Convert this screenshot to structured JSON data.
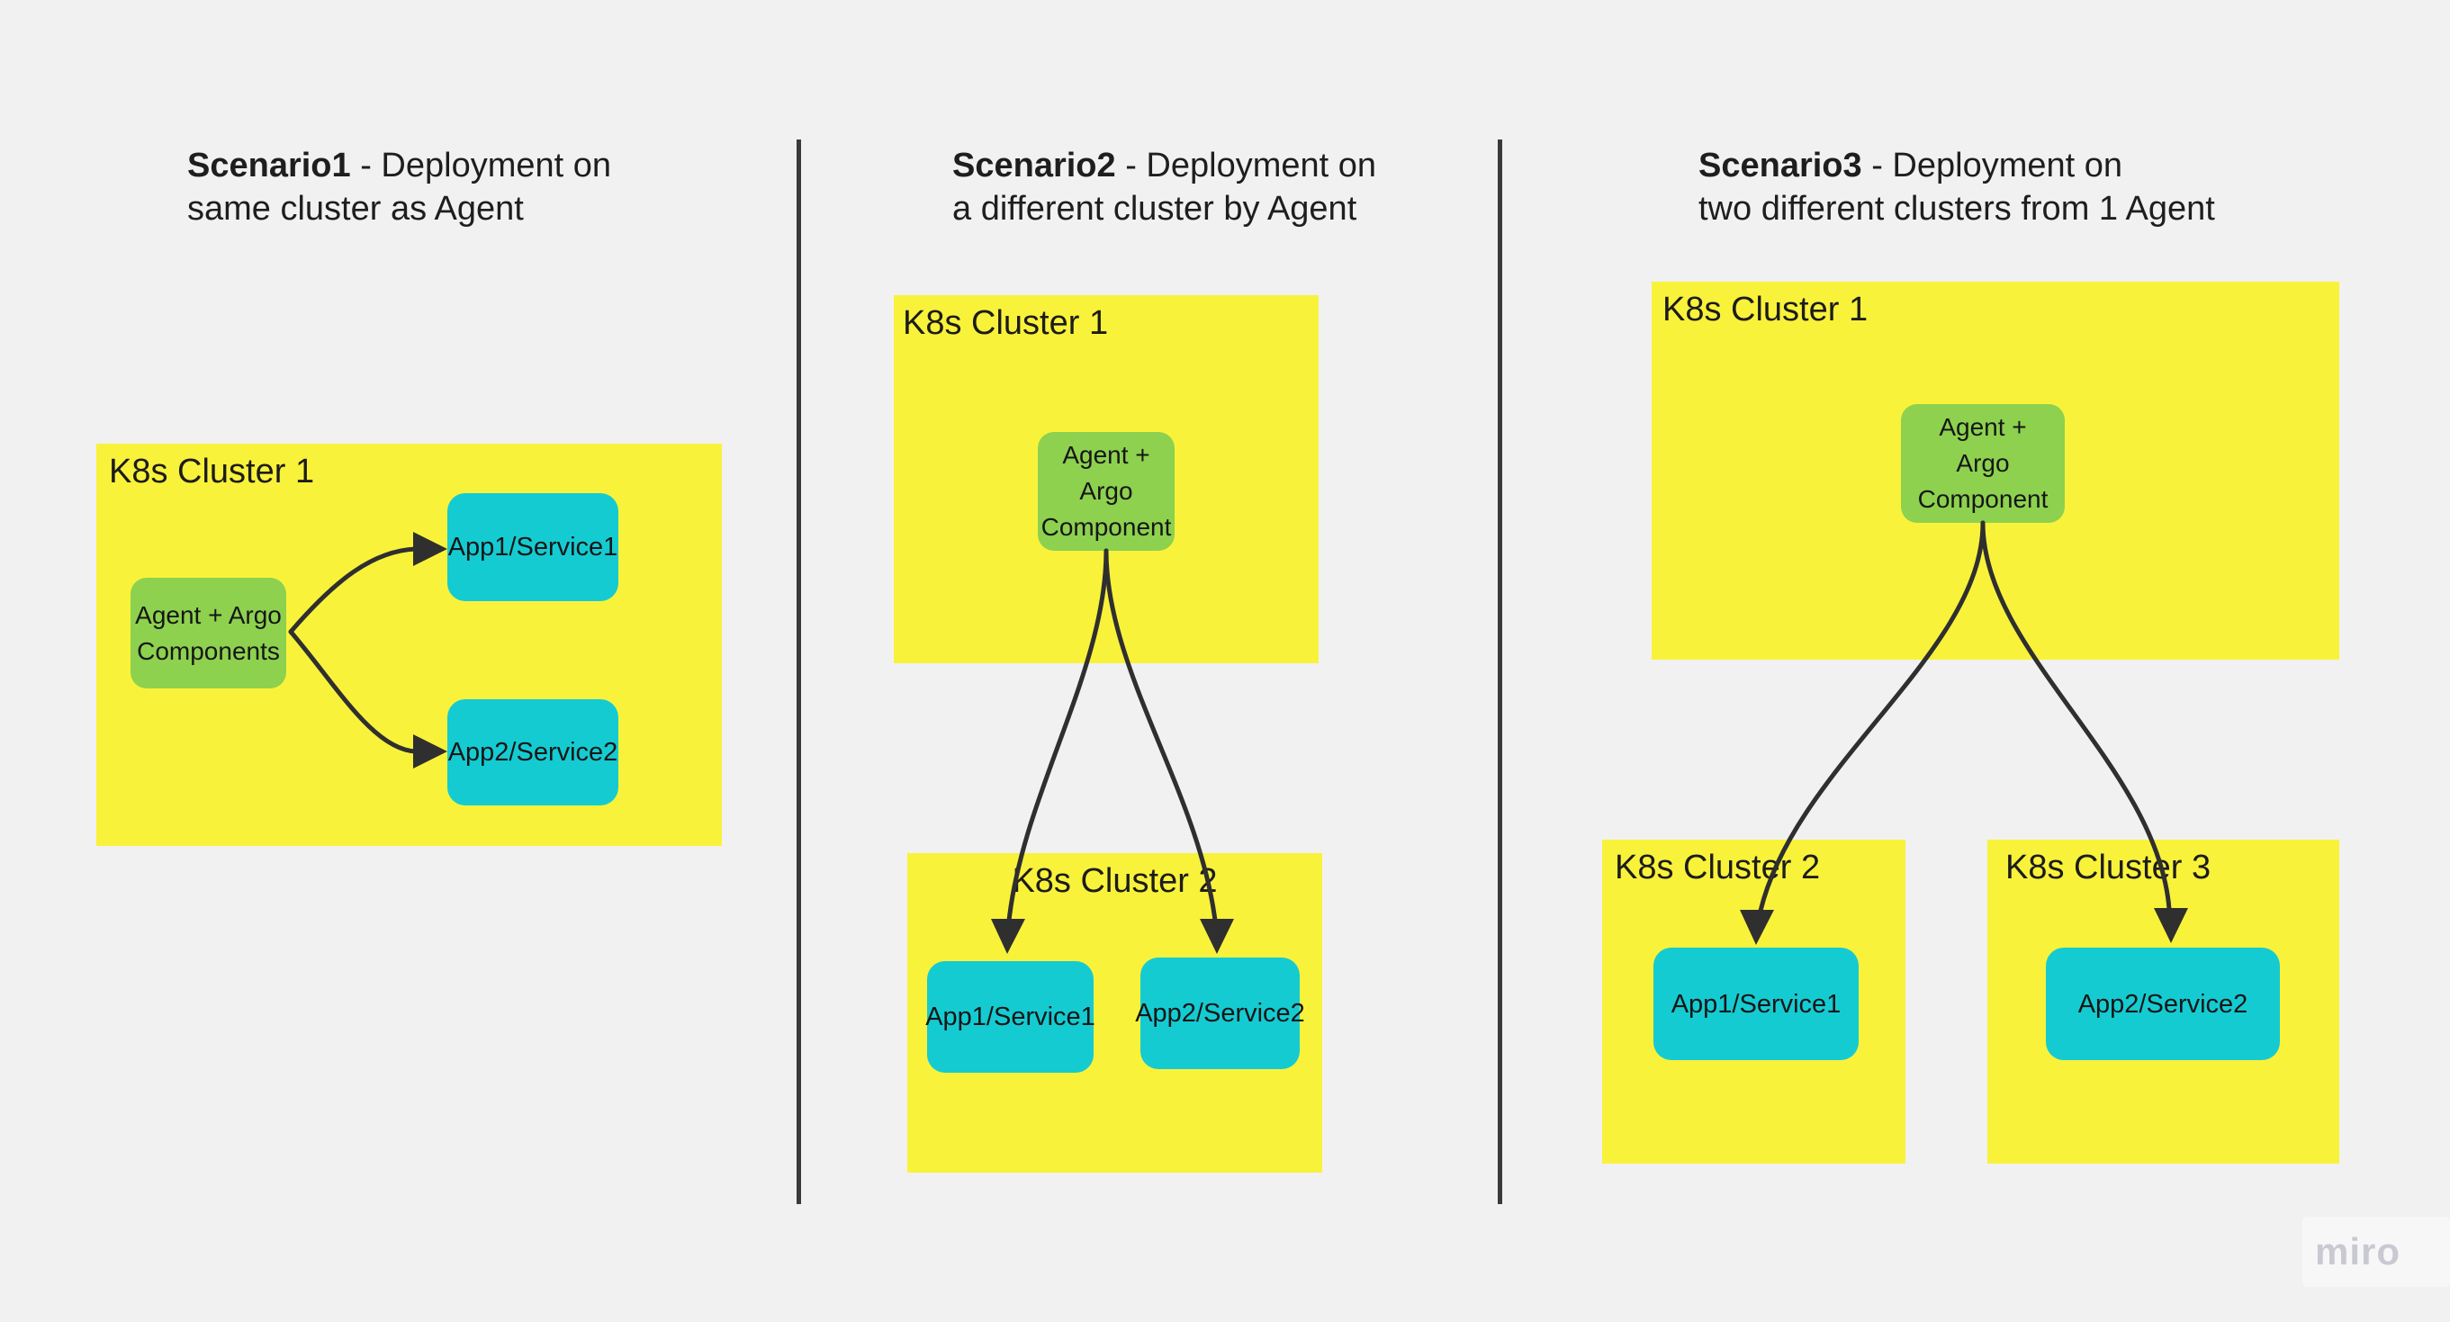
{
  "watermark": "miro",
  "colors": {
    "background": "#F1F1F2",
    "cluster_yellow": "#F9F23B",
    "agent_green": "#8DD14F",
    "app_cyan": "#15CBD2",
    "connector_dark": "#2F2F2F",
    "text_dark": "#1C1C1C",
    "watermark_gray": "#C9C9D2",
    "divider_gray": "#3A3A3D"
  },
  "scenarios": [
    {
      "title": {
        "bold": "Scenario1",
        "rest": " - Deployment on",
        "line2": "same cluster as Agent"
      },
      "clusters": [
        {
          "label": "K8s Cluster 1"
        }
      ],
      "agent": {
        "lines": [
          "Agent + Argo",
          "Components"
        ]
      },
      "apps": [
        {
          "label": "App1/Service1"
        },
        {
          "label": "App2/Service2"
        }
      ]
    },
    {
      "title": {
        "bold": "Scenario2",
        "rest": " - Deployment on",
        "line2": "a different cluster by Agent"
      },
      "clusters": [
        {
          "label": "K8s Cluster 1"
        },
        {
          "label": "K8s Cluster 2"
        }
      ],
      "agent": {
        "lines": [
          "Agent +",
          "Argo",
          "Component"
        ]
      },
      "apps": [
        {
          "label": "App1/Service1"
        },
        {
          "label": "App2/Service2"
        }
      ]
    },
    {
      "title": {
        "bold": "Scenario3",
        "rest": " - Deployment on",
        "line2": "two different clusters from 1 Agent"
      },
      "clusters": [
        {
          "label": "K8s Cluster 1"
        },
        {
          "label": "K8s Cluster 2"
        },
        {
          "label": "K8s Cluster 3"
        }
      ],
      "agent": {
        "lines": [
          "Agent +",
          "Argo",
          "Component"
        ]
      },
      "apps": [
        {
          "label": "App1/Service1"
        },
        {
          "label": "App2/Service2"
        }
      ]
    }
  ]
}
